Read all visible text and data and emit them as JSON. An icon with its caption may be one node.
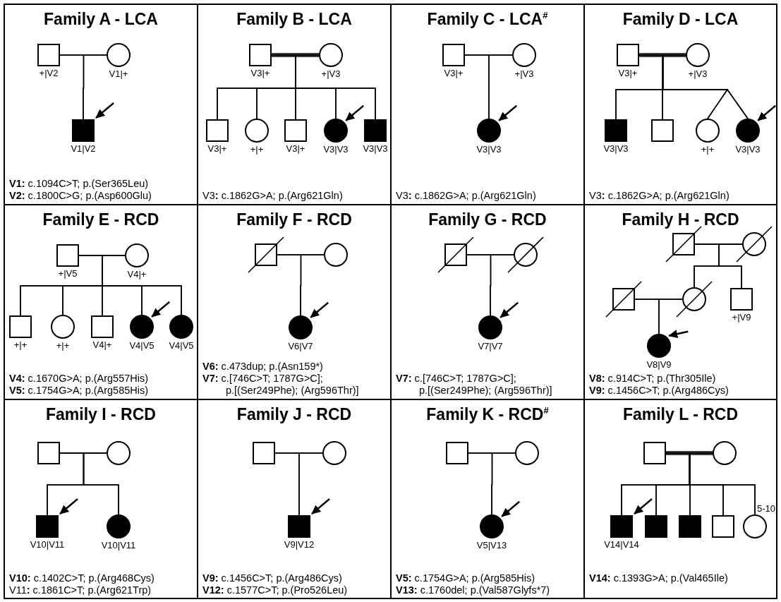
{
  "diagram": {
    "nodes": [
      {
        "text": [
          "Family A - LCA",
          "**V1:** c.1094C>T; p.(Ser365Leu)",
          "**V2:** c.1800C>G; p.(Asp600Glu)"
        ]
      },
      {
        "text": [],
        "shape": "square",
        "in": 0,
        "beside": [
          "+|V2"
        ]
      },
      {
        "text": [],
        "shape": "circle",
        "in": 0,
        "beside": [
          "V1|+"
        ]
      },
      {
        "text": [],
        "shape": "square",
        "in": 0,
        "beside": [
          "V1|V2"
        ]
      },
      {
        "text": [
          "Family B - LCA",
          "V3**:** c.1862G>A; p.(Arg621Gln)"
        ]
      },
      {
        "text": [],
        "shape": "square",
        "in": 4,
        "beside": [
          "V3|+"
        ]
      },
      {
        "text": [],
        "shape": "circle",
        "in": 4,
        "beside": [
          "+|V3"
        ]
      },
      {
        "text": [],
        "shape": "square",
        "in": 4,
        "beside": [
          "V3|+"
        ]
      },
      {
        "text": [],
        "shape": "circle",
        "in": 4,
        "beside": [
          "+|+"
        ]
      },
      {
        "text": [],
        "shape": "square",
        "in": 4,
        "beside": [
          "V3|+"
        ]
      },
      {
        "text": [],
        "shape": "circle",
        "in": 4,
        "beside": [
          "V3|V3"
        ]
      },
      {
        "text": [],
        "shape": "square",
        "in": 4,
        "beside": [
          "V3|V3"
        ]
      },
      {
        "text": [
          "Family C - LCA$^{#}$",
          "V3**:** c.1862G>A; p.(Arg621Gln)"
        ]
      },
      {
        "text": [],
        "shape": "square",
        "in": 12,
        "beside": [
          "V3|+"
        ]
      },
      {
        "text": [],
        "shape": "circle",
        "in": 12,
        "beside": [
          "+|V3"
        ]
      },
      {
        "text": [],
        "shape": "circle",
        "in": 12,
        "beside": [
          "V3|V3"
        ]
      },
      {
        "text": [
          "Family D - LCA",
          "V3**:** c.1862G>A; p.(Arg621Gln)"
        ]
      },
      {
        "text": [],
        "shape": "square",
        "in": 16,
        "beside": [
          "V3|+"
        ]
      },
      {
        "text": [],
        "shape": "circle",
        "in": 16,
        "beside": [
          "+|V3"
        ]
      },
      {
        "text": [],
        "shape": "square",
        "in": 16,
        "beside": [
          "V3|V3"
        ]
      },
      {
        "text": [],
        "shape": "square",
        "in": 16
      },
      {
        "text": [],
        "shape": "circle",
        "in": 16,
        "beside": [
          "+|+"
        ]
      },
      {
        "text": [],
        "shape": "circle",
        "in": 16,
        "beside": [
          "V3|V3"
        ]
      },
      {
        "text": [
          "Family E - RCD",
          "**V4:** c.1670G>A; p.(Arg557His)",
          "**V5:** c.1754G>A; p.(Arg585His)"
        ]
      },
      {
        "text": [],
        "shape": "square",
        "in": 23,
        "beside": [
          "+|V5"
        ]
      },
      {
        "text": [],
        "shape": "circle",
        "in": 23,
        "beside": [
          "V4|+"
        ]
      },
      {
        "text": [],
        "shape": "square",
        "in": 23,
        "beside": [
          "+|+"
        ]
      },
      {
        "text": [],
        "shape": "circle",
        "in": 23,
        "beside": [
          "+|+"
        ]
      },
      {
        "text": [],
        "shape": "square",
        "in": 23,
        "beside": [
          "V4|+"
        ]
      },
      {
        "text": [],
        "shape": "circle",
        "in": 23,
        "beside": [
          "V4|V5"
        ]
      },
      {
        "text": [],
        "shape": "circle",
        "in": 23,
        "beside": [
          "V4|V5"
        ]
      },
      {
        "text": [
          "Family F - RCD",
          "**V6:** c.473dup; p.(Asn159*)",
          "**V7:** c.[746C>T; 1787G>C]; p.[(Ser249Phe); (Arg596Thr)]"
        ]
      },
      {
        "text": [],
        "shape": "square",
        "in": 31
      },
      {
        "text": [],
        "shape": "circle",
        "in": 31
      },
      {
        "text": [],
        "shape": "circle",
        "in": 31,
        "beside": [
          "V6|V7"
        ]
      },
      {
        "text": [
          "Family G - RCD",
          "**V7:** c.[746C>T; 1787G>C]; p.[(Ser249Phe); (Arg596Thr)]"
        ]
      },
      {
        "text": [],
        "shape": "square",
        "in": 35
      },
      {
        "text": [],
        "shape": "circle",
        "in": 35
      },
      {
        "text": [],
        "shape": "circle",
        "in": 35,
        "beside": [
          "V7|V7"
        ]
      },
      {
        "text": [
          "Family H - RCD",
          "**V8:** c.914C>T; p.(Thr305Ile)",
          "**V9:** c.1456C>T; p.(Arg486Cys)"
        ]
      },
      {
        "text": [],
        "shape": "square",
        "in": 39
      },
      {
        "text": [],
        "shape": "circle",
        "in": 39
      },
      {
        "text": [],
        "shape": "square",
        "in": 39
      },
      {
        "text": [],
        "shape": "circle",
        "in": 39
      },
      {
        "text": [],
        "shape": "square",
        "in": 39,
        "beside": [
          "+|V9"
        ]
      },
      {
        "text": [],
        "shape": "circle",
        "in": 39,
        "beside": [
          "V8|V9"
        ]
      },
      {
        "text": [
          "Family I - RCD",
          "**V10:** c.1402C>T; p.(Arg468Cys)",
          "V11**:** c.1861C>T; p.(Arg621Trp)"
        ]
      },
      {
        "text": [],
        "shape": "square",
        "in": 46
      },
      {
        "text": [],
        "shape": "circle",
        "in": 46
      },
      {
        "text": [],
        "shape": "square",
        "in": 46,
        "beside": [
          "V10|V11"
        ]
      },
      {
        "text": [],
        "shape": "circle",
        "in": 46,
        "beside": [
          "V10|V11"
        ]
      },
      {
        "text": [
          "Family J - RCD",
          "**V9:** c.1456C>T; p.(Arg486Cys)",
          "**V12:** c.1577C>T; p.(Pro526Leu)"
        ]
      },
      {
        "text": [],
        "shape": "square",
        "in": 51
      },
      {
        "text": [],
        "shape": "circle",
        "in": 51
      },
      {
        "text": [],
        "shape": "square",
        "in": 51,
        "beside": [
          "V9|V12"
        ]
      },
      {
        "text": [
          "Family K - RCD$^{#}$",
          "**V5:** c.1754G>A; p.(Arg585His)",
          "**V13:** c.1760del; p.(Val587Glyfs*7)"
        ]
      },
      {
        "text": [],
        "shape": "square",
        "in": 55
      },
      {
        "text": [],
        "shape": "circle",
        "in": 55
      },
      {
        "text": [],
        "shape": "circle",
        "in": 55,
        "beside": [
          "V5|V13"
        ]
      },
      {
        "text": [
          "Family L - RCD",
          "**V14:** c.1393G>A; p.(Val465Ile)"
        ]
      },
      {
        "text": [],
        "shape": "square",
        "in": 59
      },
      {
        "text": [],
        "shape": "circle",
        "in": 59
      },
      {
        "text": [],
        "shape": "square",
        "in": 59,
        "beside": [
          "V14|V14"
        ]
      },
      {
        "text": [],
        "shape": "square",
        "in": 59
      },
      {
        "text": [],
        "shape": "square",
        "in": 59
      },
      {
        "text": [],
        "shape": "square",
        "in": 59
      },
      {
        "text": [],
        "shape": "circle",
        "in": 59,
        "beside": [
          "5-10"
        ]
      }
    ],
    "edges": [
      {
        "from": 1,
        "to": 2,
        "arrow": "none"
      },
      {
        "from": 1,
        "to": 3,
        "arrow": "none"
      },
      {
        "from": 2,
        "to": 3,
        "arrow": "none"
      },
      {
        "from": null,
        "to": 3,
        "arrow": "to"
      },
      {
        "from": 5,
        "to": 6,
        "arrow": "none"
      },
      {
        "from": 5,
        "to": 7,
        "arrow": "none"
      },
      {
        "from": 6,
        "to": 7,
        "arrow": "none"
      },
      {
        "from": 5,
        "to": 8,
        "arrow": "none"
      },
      {
        "from": 6,
        "to": 8,
        "arrow": "none"
      },
      {
        "from": 5,
        "to": 9,
        "arrow": "none"
      },
      {
        "from": 6,
        "to": 9,
        "arrow": "none"
      },
      {
        "from": 5,
        "to": 10,
        "arrow": "none"
      },
      {
        "from": 6,
        "to": 10,
        "arrow": "none"
      },
      {
        "from": 5,
        "to": 11,
        "arrow": "none"
      },
      {
        "from": 6,
        "to": 11,
        "arrow": "none"
      },
      {
        "from": null,
        "to": 10,
        "arrow": "to"
      },
      {
        "from": 13,
        "to": 14,
        "arrow": "none"
      },
      {
        "from": 13,
        "to": 15,
        "arrow": "none"
      },
      {
        "from": 14,
        "to": 15,
        "arrow": "none"
      },
      {
        "from": null,
        "to": 15,
        "arrow": "to"
      },
      {
        "from": 17,
        "to": 18,
        "arrow": "none"
      },
      {
        "from": 17,
        "to": 19,
        "arrow": "none"
      },
      {
        "from": 18,
        "to": 19,
        "arrow": "none"
      },
      {
        "from": 17,
        "to": 20,
        "arrow": "none"
      },
      {
        "from": 18,
        "to": 20,
        "arrow": "none"
      },
      {
        "from": 17,
        "to": 21,
        "arrow": "none"
      },
      {
        "from": 18,
        "to": 21,
        "arrow": "none"
      },
      {
        "from": 17,
        "to": 22,
        "arrow": "none"
      },
      {
        "from": 18,
        "to": 22,
        "arrow": "none"
      },
      {
        "from": null,
        "to": 22,
        "arrow": "to"
      },
      {
        "from": 24,
        "to": 25,
        "arrow": "none"
      },
      {
        "from": 24,
        "to": 26,
        "arrow": "none"
      },
      {
        "from": 25,
        "to": 26,
        "arrow": "none"
      },
      {
        "from": 24,
        "to": 27,
        "arrow": "none"
      },
      {
        "from": 25,
        "to": 27,
        "arrow": "none"
      },
      {
        "from": 24,
        "to": 28,
        "arrow": "none"
      },
      {
        "from": 25,
        "to": 28,
        "arrow": "none"
      },
      {
        "from": 24,
        "to": 29,
        "arrow": "none"
      },
      {
        "from": 25,
        "to": 29,
        "arrow": "none"
      },
      {
        "from": 24,
        "to": 30,
        "arrow": "none"
      },
      {
        "from": 25,
        "to": 30,
        "arrow": "none"
      },
      {
        "from": null,
        "to": 29,
        "arrow": "to"
      },
      {
        "from": 32,
        "to": 33,
        "arrow": "none"
      },
      {
        "from": 32,
        "to": 34,
        "arrow": "none"
      },
      {
        "from": 33,
        "to": 34,
        "arrow": "none"
      },
      {
        "from": null,
        "to": 34,
        "arrow": "to"
      },
      {
        "from": 36,
        "to": 37,
        "arrow": "none"
      },
      {
        "from": 36,
        "to": 38,
        "arrow": "none"
      },
      {
        "from": 37,
        "to": 38,
        "arrow": "none"
      },
      {
        "from": null,
        "to": 38,
        "arrow": "to"
      },
      {
        "from": 40,
        "to": 41,
        "arrow": "none"
      },
      {
        "from": 40,
        "to": 43,
        "arrow": "none"
      },
      {
        "from": 41,
        "to": 43,
        "arrow": "none"
      },
      {
        "from": 40,
        "to": 44,
        "arrow": "none"
      },
      {
        "from": 41,
        "to": 44,
        "arrow": "none"
      },
      {
        "from": 42,
        "to": 43,
        "arrow": "none"
      },
      {
        "from": 42,
        "to": 45,
        "arrow": "none"
      },
      {
        "from": 43,
        "to": 45,
        "arrow": "none"
      },
      {
        "from": null,
        "to": 45,
        "arrow": "to"
      },
      {
        "from": 47,
        "to": 48,
        "arrow": "none"
      },
      {
        "from": 47,
        "to": 49,
        "arrow": "none"
      },
      {
        "from": 48,
        "to": 49,
        "arrow": "none"
      },
      {
        "from": 47,
        "to": 50,
        "arrow": "none"
      },
      {
        "from": 48,
        "to": 50,
        "arrow": "none"
      },
      {
        "from": null,
        "to": 49,
        "arrow": "to"
      },
      {
        "from": 52,
        "to": 53,
        "arrow": "none"
      },
      {
        "from": 52,
        "to": 54,
        "arrow": "none"
      },
      {
        "from": 53,
        "to": 54,
        "arrow": "none"
      },
      {
        "from": null,
        "to": 54,
        "arrow": "to"
      },
      {
        "from": 56,
        "to": 57,
        "arrow": "none"
      },
      {
        "from": 56,
        "to": 58,
        "arrow": "none"
      },
      {
        "from": 57,
        "to": 58,
        "arrow": "none"
      },
      {
        "from": null,
        "to": 58,
        "arrow": "to"
      },
      {
        "from": 60,
        "to": 61,
        "arrow": "none"
      },
      {
        "from": 60,
        "to": 62,
        "arrow": "none"
      },
      {
        "from": 61,
        "to": 62,
        "arrow": "none"
      },
      {
        "from": 60,
        "to": 63,
        "arrow": "none"
      },
      {
        "from": 61,
        "to": 63,
        "arrow": "none"
      },
      {
        "from": 60,
        "to": 64,
        "arrow": "none"
      },
      {
        "from": 61,
        "to": 64,
        "arrow": "none"
      },
      {
        "from": 60,
        "to": 65,
        "arrow": "none"
      },
      {
        "from": 61,
        "to": 65,
        "arrow": "none"
      },
      {
        "from": 60,
        "to": 66,
        "arrow": "none"
      },
      {
        "from": 61,
        "to": 66,
        "arrow": "none"
      },
      {
        "from": null,
        "to": 62,
        "arrow": "to"
      }
    ]
  }
}
